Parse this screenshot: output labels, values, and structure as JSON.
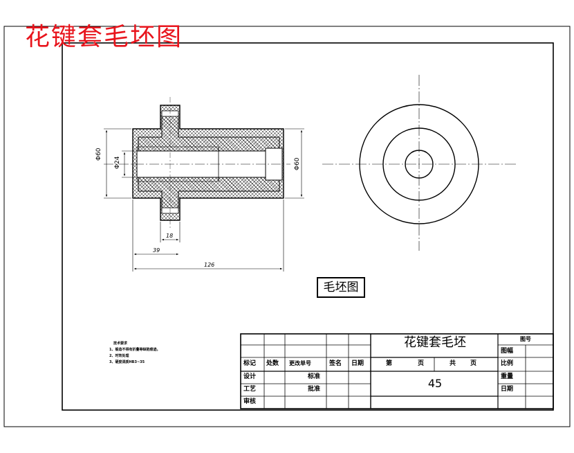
{
  "drawing_title": "花键套毛坯图",
  "view_label": "毛坯图",
  "dimensions": {
    "dia_outer": "Φ60",
    "dia_inner": "Φ24",
    "dia_right": "Φ60",
    "len_18": "18",
    "len_39": "39",
    "len_126": "126"
  },
  "tech_notes": {
    "heading": "技术要求",
    "lines": [
      "1、锻造不得有折叠等缺陷痕迹。",
      "2、时效处理",
      "3、硬度调质HB3~35"
    ]
  },
  "title_block": {
    "part_name": "花键套毛坯",
    "material": "45",
    "drawing_no_label": "图号",
    "sheet_size_label": "图幅",
    "scale_label": "比例",
    "weight_label": "重量",
    "date_label": "日期",
    "mark_label": "标记",
    "count_label": "处数",
    "change_doc_label": "更改单号",
    "sign_label": "签名",
    "date2_label": "日期",
    "sheet_label": "第",
    "page_label": "页",
    "total_label": "共",
    "total_page_label": "页",
    "design_label": "设计",
    "standard_label": "标准",
    "process_label": "工艺",
    "approve_label": "批准",
    "review_label": "审核"
  }
}
